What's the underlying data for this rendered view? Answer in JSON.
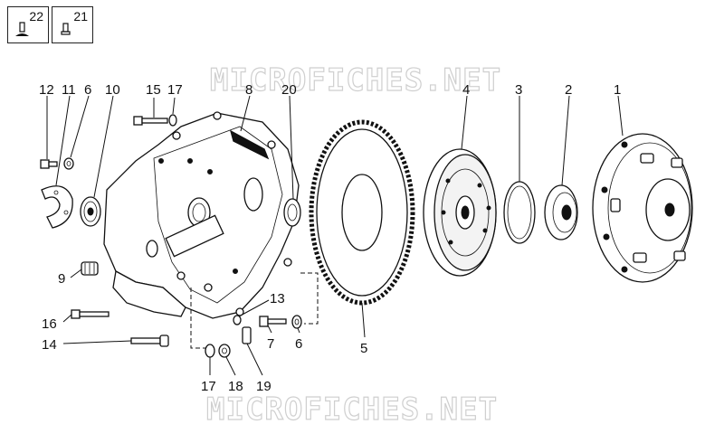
{
  "legend": [
    {
      "number": "22",
      "icon": "washer-screw-icon"
    },
    {
      "number": "21",
      "icon": "screw-icon"
    }
  ],
  "watermark": "MICROFICHES.NET",
  "callouts": {
    "p1": "1",
    "p2": "2",
    "p3": "3",
    "p4": "4",
    "p5": "5",
    "p6a": "6",
    "p6b": "6",
    "p7": "7",
    "p8": "8",
    "p9": "9",
    "p10": "10",
    "p11": "11",
    "p12": "12",
    "p13": "13",
    "p14": "14",
    "p15": "15",
    "p16": "16",
    "p17a": "17",
    "p17b": "17",
    "p18": "18",
    "p19": "19",
    "p20": "20"
  }
}
